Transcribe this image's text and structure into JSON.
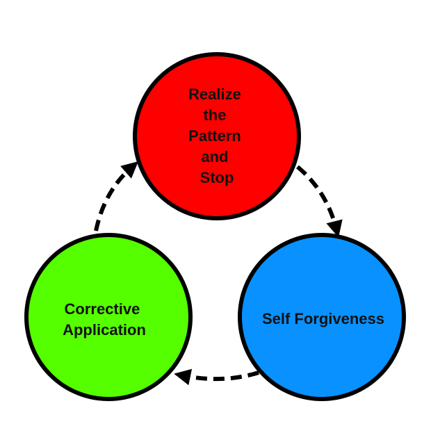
{
  "nodes": [
    {
      "id": "realize",
      "lines": [
        "Realize",
        "the",
        "Pattern",
        "and",
        "Stop"
      ],
      "color": "#ff0000"
    },
    {
      "id": "self-forgiveness",
      "lines": [
        "Self Forgiveness"
      ],
      "color": "#0891ff"
    },
    {
      "id": "corrective-application",
      "lines": [
        "Corrective",
        "Application"
      ],
      "color": "#55ff00"
    }
  ],
  "edges": [
    {
      "from": "realize",
      "to": "self-forgiveness",
      "style": "dashed"
    },
    {
      "from": "self-forgiveness",
      "to": "corrective-application",
      "style": "dashed"
    },
    {
      "from": "corrective-application",
      "to": "realize",
      "style": "dashed"
    }
  ],
  "colors": {
    "outline": "#000000",
    "background": "#ffffff"
  }
}
